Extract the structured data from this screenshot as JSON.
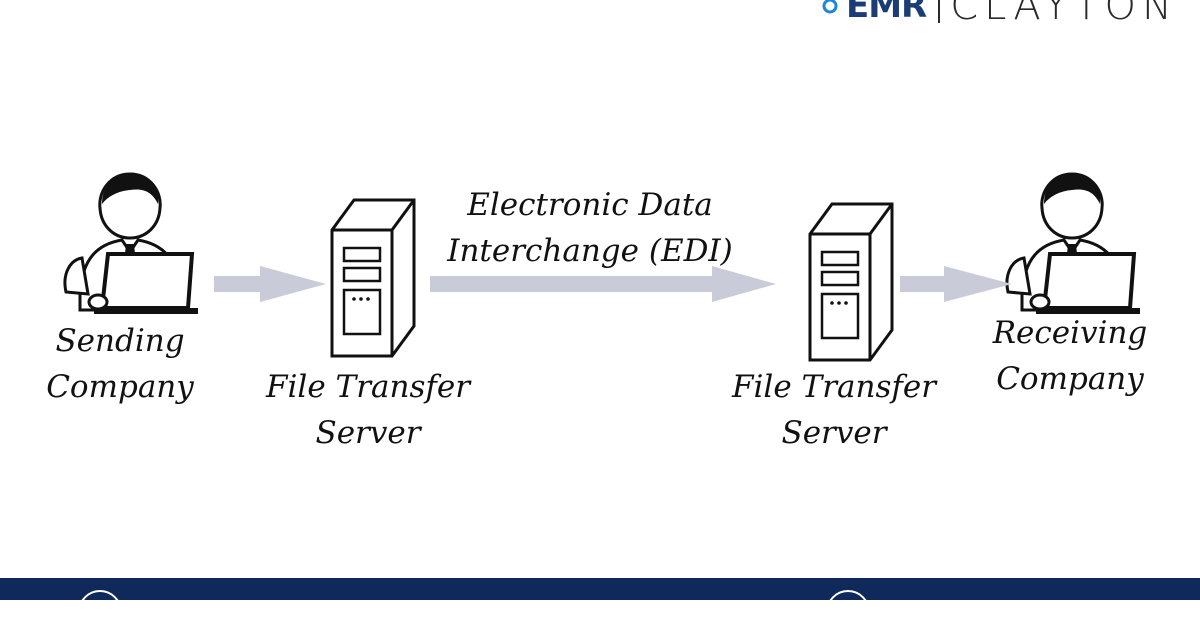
{
  "logo": {
    "brand": "EMR",
    "tail": "CLAYTON",
    "brand_color": "#1a3d75"
  },
  "nodes": {
    "sender": {
      "line1": "Sending",
      "line2": "Company",
      "icon": "person-laptop-icon"
    },
    "server_left": {
      "line1": "File Transfer",
      "line2": "Server",
      "icon": "server-icon"
    },
    "server_right": {
      "line1": "File Transfer",
      "line2": "Server",
      "icon": "server-icon"
    },
    "receiver": {
      "line1": "Receiving",
      "line2": "Company",
      "icon": "person-laptop-icon"
    }
  },
  "edi": {
    "line1": "Electronic Data",
    "line2": "Interchange (EDI)"
  },
  "colors": {
    "arrow": "#c9cbd9",
    "footer": "#0f2a5a",
    "ink": "#111111"
  }
}
